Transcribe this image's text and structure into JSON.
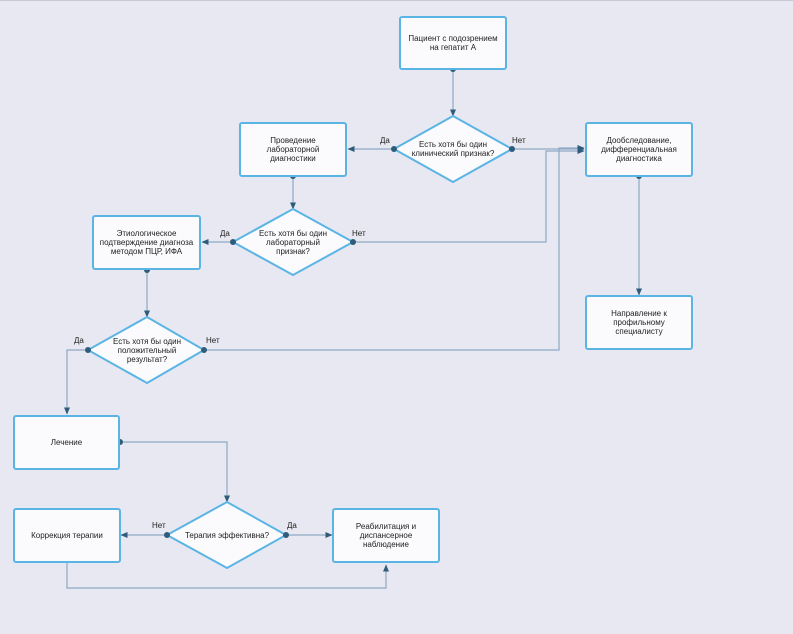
{
  "nodes": {
    "start": "Пациент с подозрением на гепатит А",
    "d_clinical": "Есть хотя бы один клинический признак?",
    "lab": "Проведение лабораторной диагностики",
    "further": "Дообследование, дифференциальная диагностика",
    "d_lab": "Есть хотя бы один лабораторный признак?",
    "etiology": "Этиологическое подтверждение диагноза методом ПЦР, ИФА",
    "referral": "Направление к профильному специалисту",
    "d_positive": "Есть хотя бы один положительный результат?",
    "treatment": "Лечение",
    "d_effective": "Терапия эффективна?",
    "correction": "Коррекция терапии",
    "rehab": "Реабилитация и диспансерное наблюдение"
  },
  "labels": {
    "clinical_yes": "Да",
    "clinical_no": "Нет",
    "lab_yes": "Да",
    "lab_no": "Нет",
    "positive_yes": "Да",
    "positive_no": "Нет",
    "effective_no": "Нет",
    "effective_yes": "Да"
  },
  "colors": {
    "node_border": "#5ab4e4",
    "node_fill": "#fbfbfd",
    "connector": "#8fa9c4",
    "dot": "#2e5c7a",
    "background": "#e8e8f2"
  }
}
